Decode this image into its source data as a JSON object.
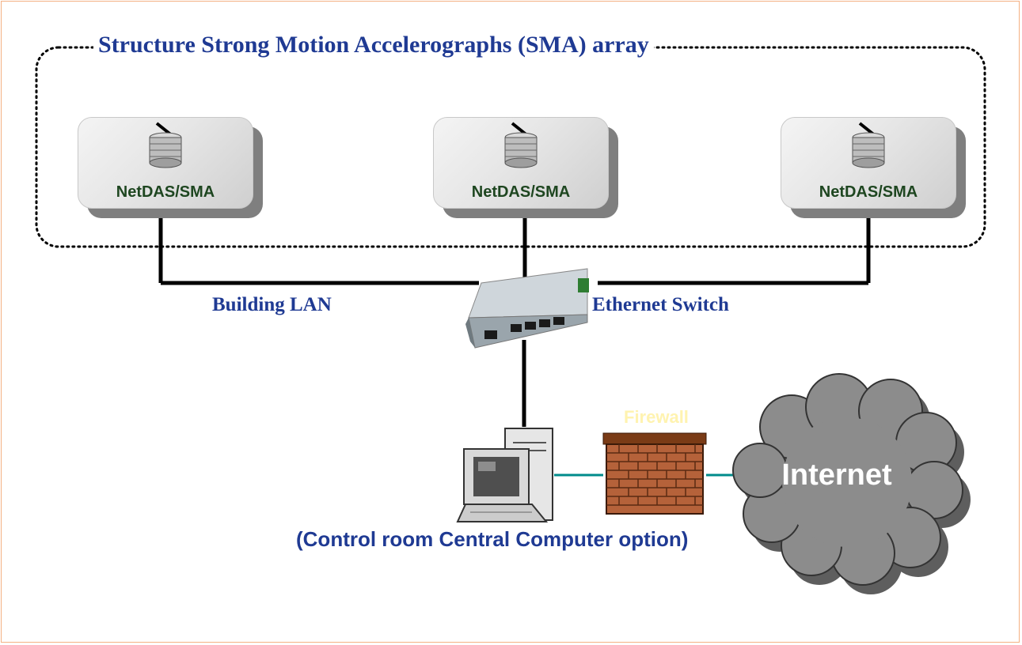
{
  "diagram": {
    "title": "Structure Strong Motion Accelerographs (SMA) array",
    "nodes": [
      {
        "label": "NetDAS/SMA",
        "icon": "disk-stack-icon"
      },
      {
        "label": "NetDAS/SMA",
        "icon": "disk-stack-icon"
      },
      {
        "label": "NetDAS/SMA",
        "icon": "disk-stack-icon"
      }
    ],
    "building_lan_label": "Building LAN",
    "switch_label": "Ethernet Switch",
    "firewall_label": "Firewall",
    "internet_label": "Internet",
    "computer_label": "(Control room Central Computer option)",
    "colors": {
      "title_text": "#1f3a93",
      "node_label_text": "#1e4620",
      "frame_border": "#f4b183",
      "link_line": "#008080",
      "cloud": "#8c8c8c",
      "brick": "#a0522d"
    }
  }
}
